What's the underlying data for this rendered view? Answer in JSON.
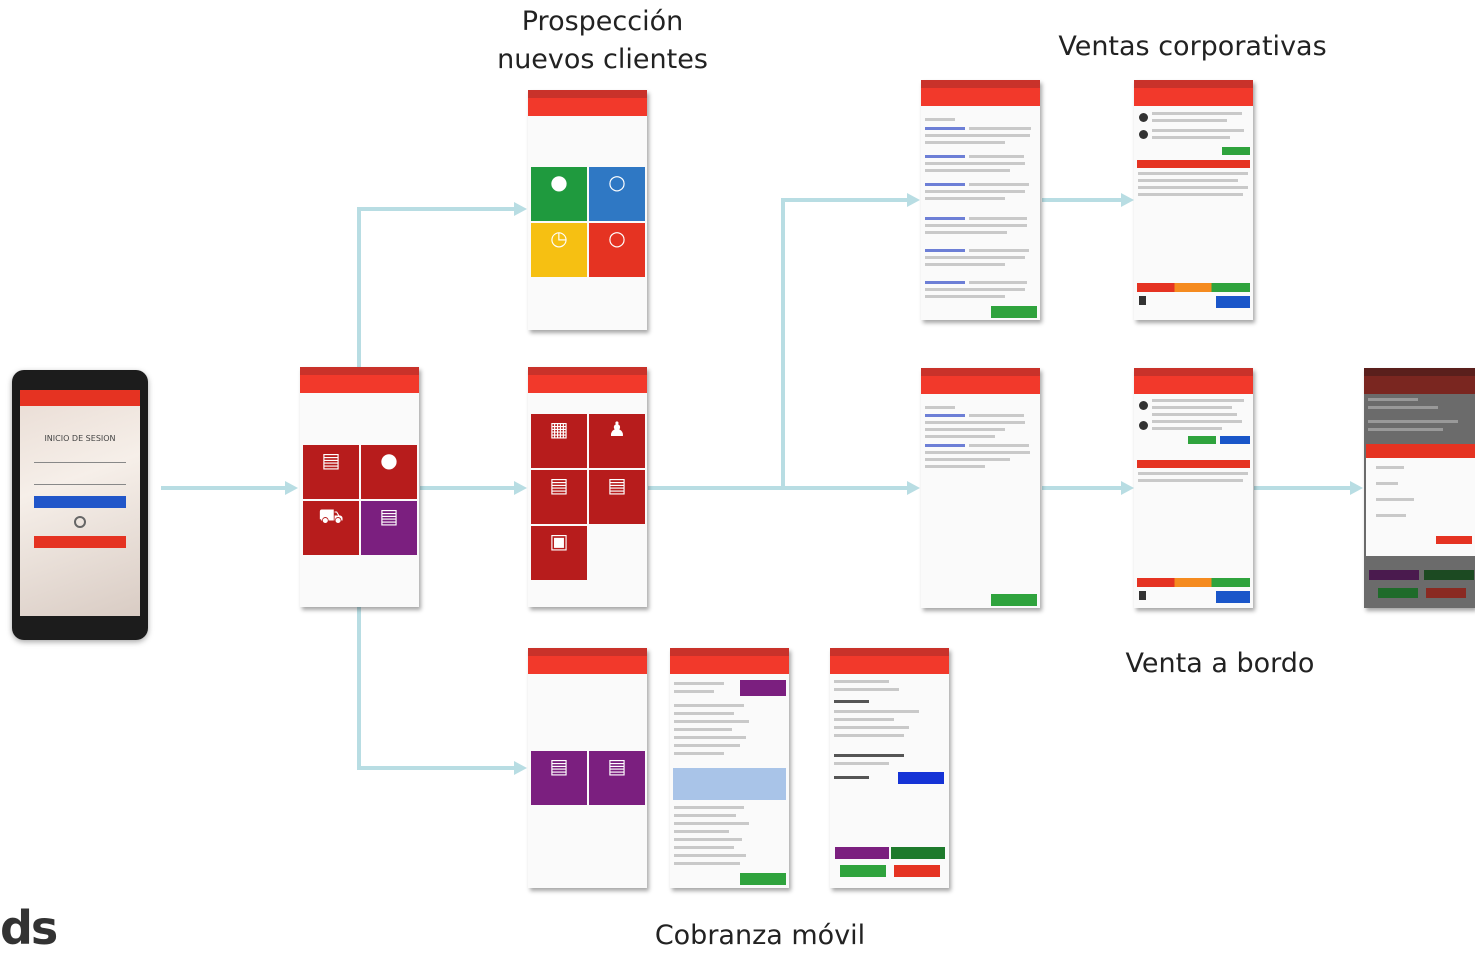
{
  "captions": {
    "prospeccion": "Prospección\nnuevos clientes",
    "ventas_corporativas": "Ventas corporativas",
    "venta_a_bordo": "Venta a bordo",
    "cobranza_movil": "Cobranza móvil"
  },
  "login": {
    "title": "INICIO DE SESION"
  },
  "colors": {
    "appbar": "#f2392b",
    "arrow": "#b8dde3",
    "dark_red": "#b71c1c",
    "green": "#2fa33d",
    "blue": "#2f78c4",
    "yellow": "#f6c012",
    "purple": "#7b1f7f"
  },
  "icons": {
    "main_menu": [
      "document-icon",
      "user-icon",
      "cart-icon",
      "document-icon"
    ],
    "prospect_menu": [
      "add-user-icon",
      "user-search-icon",
      "clock-icon",
      "magnify-user-icon"
    ],
    "sales_menu": [
      "report-icon",
      "people-icon",
      "document-icon",
      "document-check-icon",
      "document-cancel-icon"
    ],
    "collection_menu": [
      "document-icon",
      "document-icon"
    ]
  }
}
